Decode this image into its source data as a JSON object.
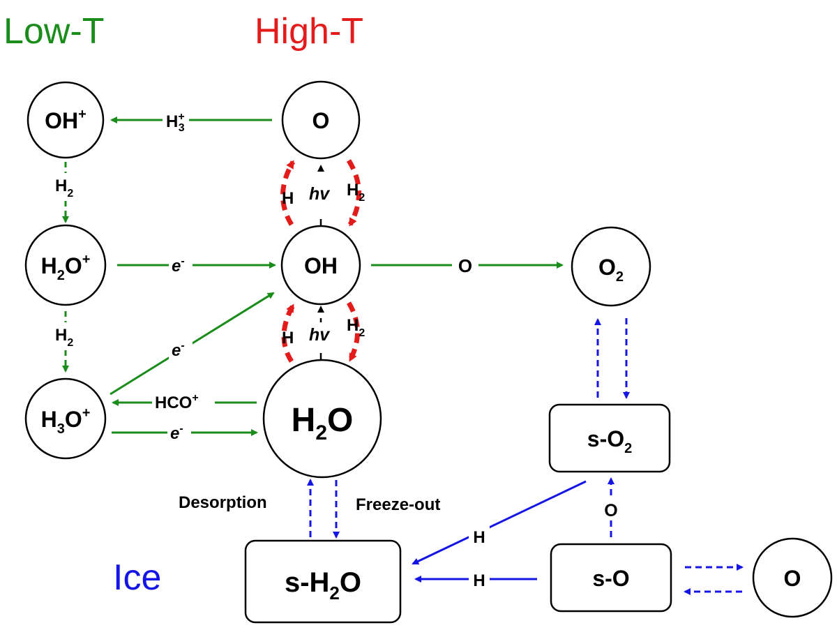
{
  "colors": {
    "low_t": "#1a8c1a",
    "high_t": "#e31b1b",
    "ice": "#1414e6",
    "text": "#000000",
    "photo": "#000000"
  },
  "regions": {
    "low_t": "Low-T",
    "high_t": "High-T",
    "ice": "Ice"
  },
  "nodes": {
    "oh_plus": {
      "base": "OH",
      "sup": "+"
    },
    "o_top": {
      "base": "O"
    },
    "h2o_plus": {
      "base": "H",
      "sub": "2",
      "tail": "O",
      "sup": "+"
    },
    "oh": {
      "base": "OH"
    },
    "o2": {
      "base": "O",
      "sub": "2"
    },
    "h3o_plus": {
      "base": "H",
      "sub": "3",
      "tail": "O",
      "sup": "+"
    },
    "h2o": {
      "base": "H",
      "sub": "2",
      "tail": "O"
    },
    "s_o2": {
      "base": "s-O",
      "sub": "2"
    },
    "s_h2o": {
      "base": "s-H",
      "sub": "2",
      "tail": "O"
    },
    "s_o": {
      "base": "s-O"
    },
    "o_right": {
      "base": "O"
    }
  },
  "edge_labels": {
    "h3_plus": {
      "base": "H",
      "sub": "3",
      "sup": "+"
    },
    "h2_a": {
      "base": "H",
      "sub": "2"
    },
    "h2_b": {
      "base": "H",
      "sub": "2"
    },
    "e_minus_a": {
      "base": "e",
      "sup": "-"
    },
    "e_minus_b": {
      "base": "e",
      "sup": "-"
    },
    "e_minus_c": {
      "base": "e",
      "sup": "-"
    },
    "hco_plus": {
      "base": "HCO",
      "sup": "+"
    },
    "o_reaction": "O",
    "h_upper_left": "H",
    "h_lower_left": "H",
    "hv_upper": "hv",
    "hv_lower": "hv",
    "h2_upper_right": {
      "base": "H",
      "sub": "2"
    },
    "h2_lower_right": {
      "base": "H",
      "sub": "2"
    },
    "desorption": "Desorption",
    "freeze_out": "Freeze-out",
    "o_surface": "O",
    "h_diag": "H",
    "h_horiz": "H"
  }
}
